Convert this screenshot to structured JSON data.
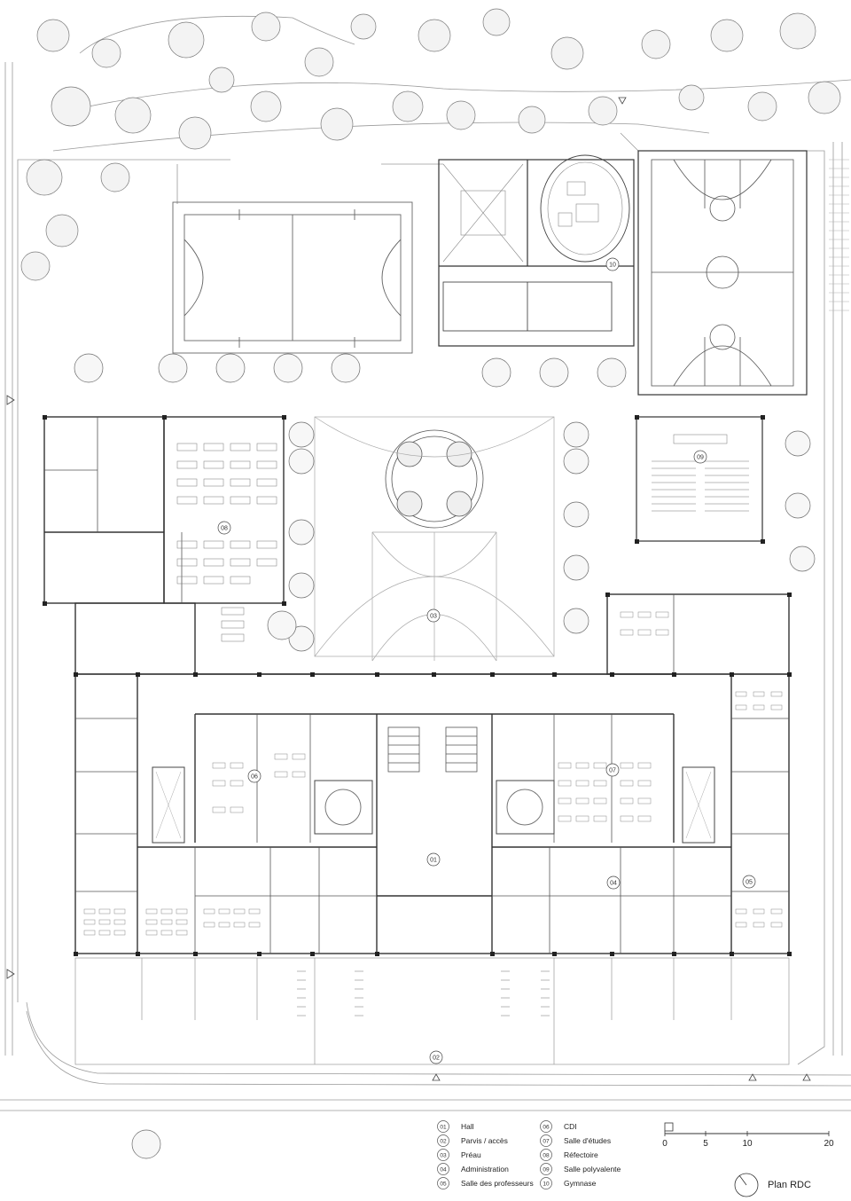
{
  "plan": {
    "title": "Plan RDC",
    "room_markers": [
      {
        "num": "01"
      },
      {
        "num": "02"
      },
      {
        "num": "03"
      },
      {
        "num": "04"
      },
      {
        "num": "05"
      },
      {
        "num": "06"
      },
      {
        "num": "07"
      },
      {
        "num": "08"
      },
      {
        "num": "09"
      },
      {
        "num": "10"
      }
    ],
    "legend": [
      {
        "num": "01",
        "label": "Hall"
      },
      {
        "num": "02",
        "label": "Parvis / accès"
      },
      {
        "num": "03",
        "label": "Préau"
      },
      {
        "num": "04",
        "label": "Administration"
      },
      {
        "num": "05",
        "label": "Salle des professeurs"
      },
      {
        "num": "06",
        "label": "CDI"
      },
      {
        "num": "07",
        "label": "Salle d'études"
      },
      {
        "num": "08",
        "label": "Réfectoire"
      },
      {
        "num": "09",
        "label": "Salle polyvalente"
      },
      {
        "num": "10",
        "label": "Gymnase"
      }
    ],
    "scale": {
      "ticks": [
        "0",
        "5",
        "10",
        "20"
      ]
    },
    "colors": {
      "line": "#555555",
      "light": "#a8a8a8",
      "wall": "#333333",
      "background": "#ffffff"
    }
  }
}
